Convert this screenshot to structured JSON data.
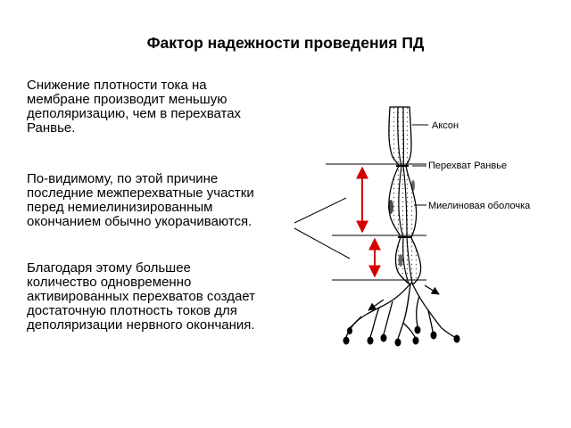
{
  "slide": {
    "title": "Фактор надежности проведения ПД",
    "paragraphs": [
      {
        "lines": [
          "Снижение плотности тока на",
          "мембране производит меньшую",
          "деполяризацию, чем в перехватах",
          "Ранвье."
        ]
      },
      {
        "lines": [
          "По-видимому, по этой причине",
          "последние межперехватные участки",
          "перед немиелинизированным",
          "окончанием обычно укорачиваются."
        ]
      },
      {
        "lines": [
          "Благодаря этому большее",
          "количество одновременно",
          "активированных перехватов создает",
          "достаточную плотность токов для",
          "деполяризации нервного окончания."
        ]
      }
    ]
  },
  "figure": {
    "labels": {
      "axon": "Аксон",
      "node": "Перехват Ранвье",
      "myelin": "Миелиновая оболочка"
    },
    "colors": {
      "arrow": "#d40000",
      "ink": "#000000"
    }
  }
}
